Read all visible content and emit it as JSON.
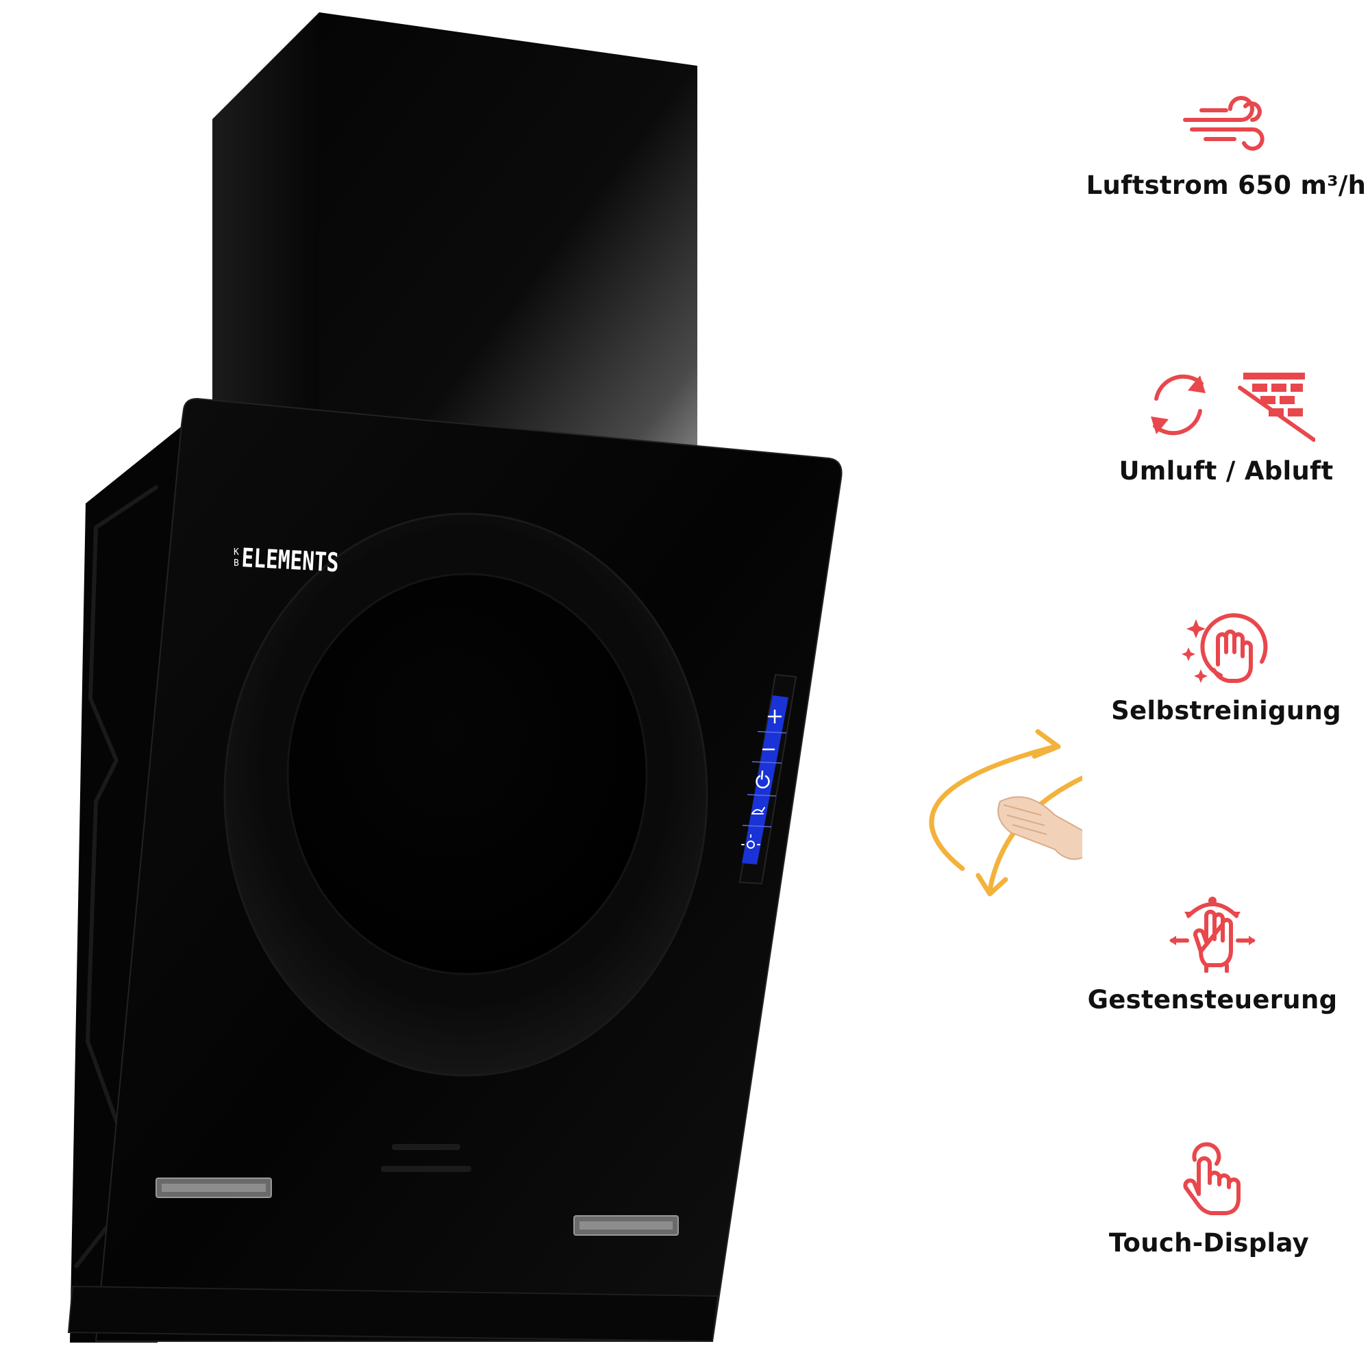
{
  "brand": {
    "prefix_top": "K",
    "prefix_bottom": "B",
    "name": "ELEMENTS"
  },
  "control_panel": {
    "buttons": [
      {
        "icon": "plus-icon"
      },
      {
        "icon": "minus-icon"
      },
      {
        "icon": "power-icon"
      },
      {
        "icon": "self-cleaning-icon"
      },
      {
        "icon": "light-icon"
      }
    ],
    "accent_color": "#1a33d6"
  },
  "features": [
    {
      "icon": "airflow-wind-icon",
      "label": "Luftstrom 650 m³/h"
    },
    {
      "icon": "recirculation-exhaust-icon",
      "label": "Umluft / Abluft"
    },
    {
      "icon": "self-cleaning-hand-icon",
      "label": "Selbstreinigung"
    },
    {
      "icon": "gesture-control-icon",
      "label": "Gestensteuerung"
    },
    {
      "icon": "touch-display-icon",
      "label": "Touch-Display"
    }
  ],
  "colors": {
    "icon_red": "#e8474c",
    "gesture_arrow": "#f3b23c",
    "hood_black": "#050505"
  }
}
